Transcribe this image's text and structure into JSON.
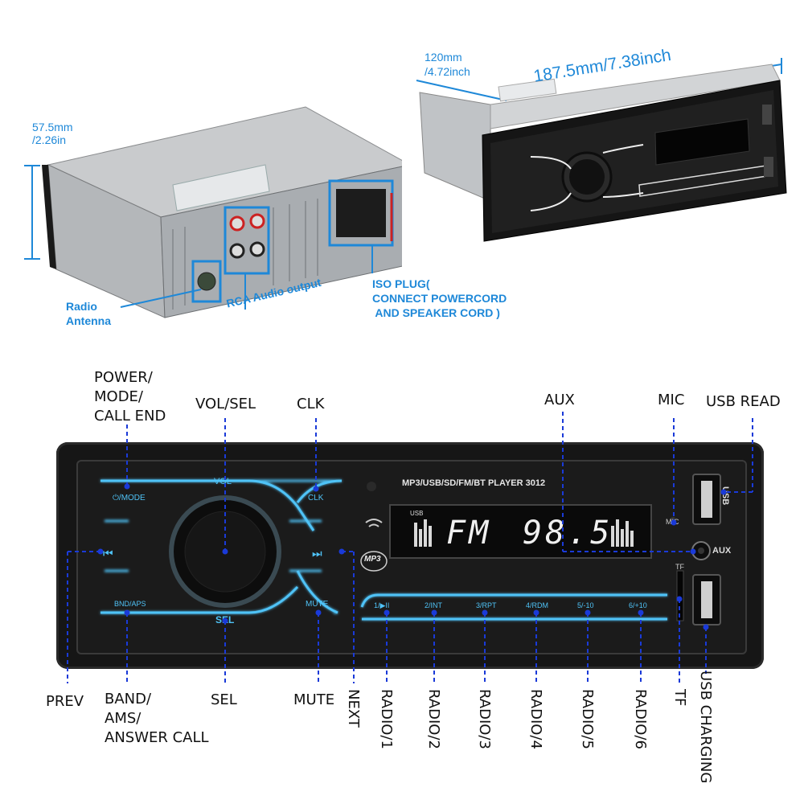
{
  "top_left": {
    "height_dim": "57.5mm\n/2.26in",
    "antenna_label": "Radio\nAntenna",
    "rca_label": "RCA Audio output",
    "iso_label": "ISO PLUG(\nCONNECT POWERCORD\n AND SPEAKER CORD )"
  },
  "top_right": {
    "depth_dim": "120mm\n/4.72inch",
    "width_dim": "187.5mm/7.38inch"
  },
  "panel": {
    "model_text": "MP3/USB/SD/FM/BT PLAYER 3012",
    "lcd_mode": "FM",
    "lcd_freq": "98.5",
    "lcd_usb": "USB",
    "btn_mode": "⏻/MODE",
    "btn_clk": "CLK",
    "vol_label": "VOL",
    "sel_label": "SEL",
    "btn_band": "BND/APS",
    "btn_mute": "MUTE",
    "mic_label": "MIC",
    "aux_label": "AUX",
    "tf_label": "TF",
    "usb_label": "USB",
    "mp3_badge": "MP3",
    "presets": [
      "1/▶II",
      "2/INT",
      "3/RPT",
      "4/RDM",
      "5/-10",
      "6/+10"
    ]
  },
  "callouts": {
    "power": "POWER/\nMODE/\nCALL END",
    "vol_sel": "VOL/SEL",
    "clk": "CLK",
    "aux": "AUX",
    "mic": "MIC",
    "usb_read": "USB READ",
    "prev": "PREV",
    "band": "BAND/\nAMS/\nANSWER CALL",
    "sel": "SEL",
    "mute": "MUTE",
    "next": "NEXT",
    "radio1": "RADIO/1",
    "radio2": "RADIO/2",
    "radio3": "RADIO/3",
    "radio4": "RADIO/4",
    "radio5": "RADIO/5",
    "radio6": "RADIO/6",
    "tf": "TF",
    "usb_charging": "USB CHARGING"
  },
  "colors": {
    "accent": "#1e88d8",
    "panel": "#1a1a1a",
    "lcd": "#0b0b0b",
    "glow": "#4fc3f7"
  }
}
